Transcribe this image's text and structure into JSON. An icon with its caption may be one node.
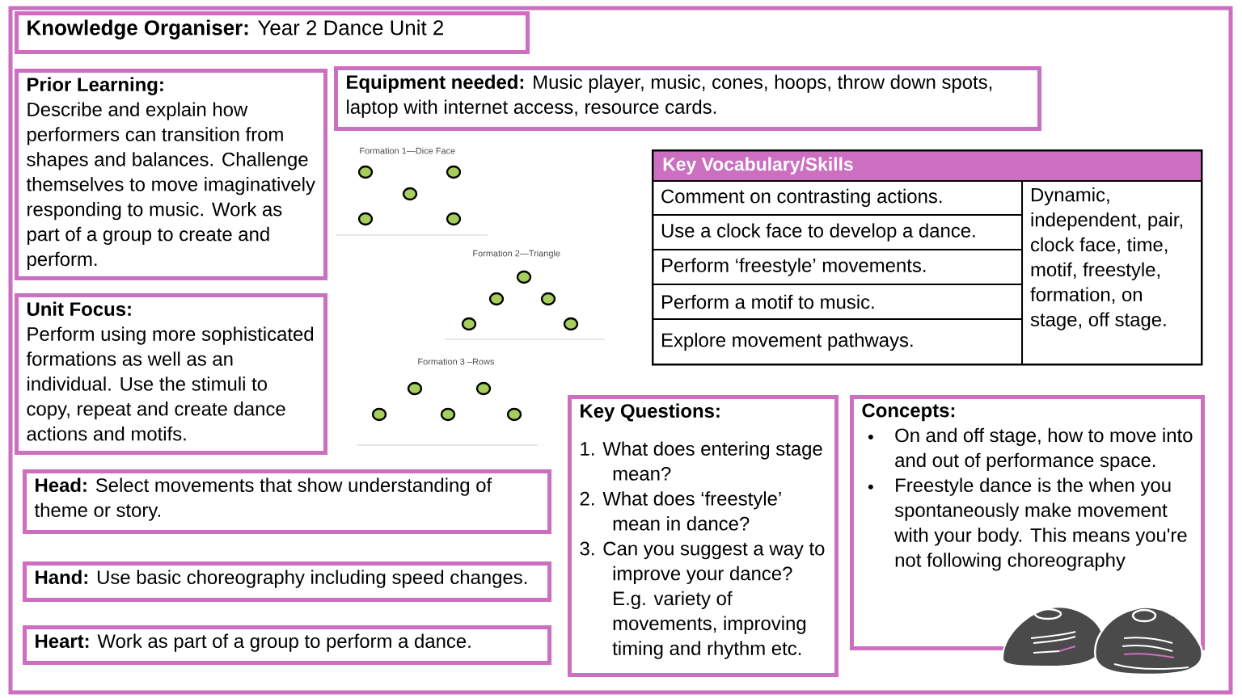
{
  "diagram": {
    "nodes": [
      {
        "text": [
          "**Knowledge Organiser:** Year 2 Dance Unit 2"
        ]
      },
      {
        "text": [
          "Prior Learning:",
          "Describe and explain how performers can transition from shapes and balances.  Challenge themselves to move imaginatively responding to music.  Work as part of a group to create and perform."
        ]
      },
      {
        "text": [
          "**Equipment needed:** Music player, music, cones, hoops, throw down spots, laptop with internet access, resource cards."
        ]
      },
      {
        "text": [
          "Key Vocabulary/Skills"
        ]
      },
      {
        "text": [
          "Comment on contrasting actions."
        ],
        "in": 3
      },
      {
        "text": [
          "Use a clock face to develop a dance."
        ],
        "in": 3
      },
      {
        "text": [
          "Perform ‘freestyle’ movements."
        ],
        "in": 3
      },
      {
        "text": [
          "Perform a motif to music."
        ],
        "in": 3
      },
      {
        "text": [
          "Explore movement pathways."
        ],
        "in": 3
      },
      {
        "text": [
          "Dynamic, independent, pair, clock face, time, motif, freestyle, formation, on stage, off stage."
        ],
        "in": 3
      },
      {
        "text": [
          "Unit Focus:",
          "Perform using more sophisticated formations as well as an individual.  Use the stimuli to copy, repeat and create dance actions and motifs."
        ]
      },
      {
        "text": [
          "Key Questions:",
          "1. What does entering stage mean?",
          "2. What does ‘freestyle’ mean in dance?",
          "3. Can you suggest a way to improve your dance? E.g. variety of movements, improving timing and rhythm etc."
        ]
      },
      {
        "text": [
          "Concepts:",
          "On and off stage, how to move into and out of performance space.",
          "Freestyle dance is the when you spontaneously make movement with your body. This means you're not following choreography"
        ]
      },
      {
        "text": [
          "**Head:** Select movements that show understanding of theme or story."
        ]
      },
      {
        "text": [
          "**Hand:** Use basic choreography including speed changes."
        ]
      },
      {
        "text": [
          "**Heart:** Work as part of a group to perform a dance."
        ]
      }
    ],
    "labels": [
      "Formation 1—Dice Face",
      "Formation 2—Triangle",
      "Formation 3 –Rows"
    ]
  }
}
